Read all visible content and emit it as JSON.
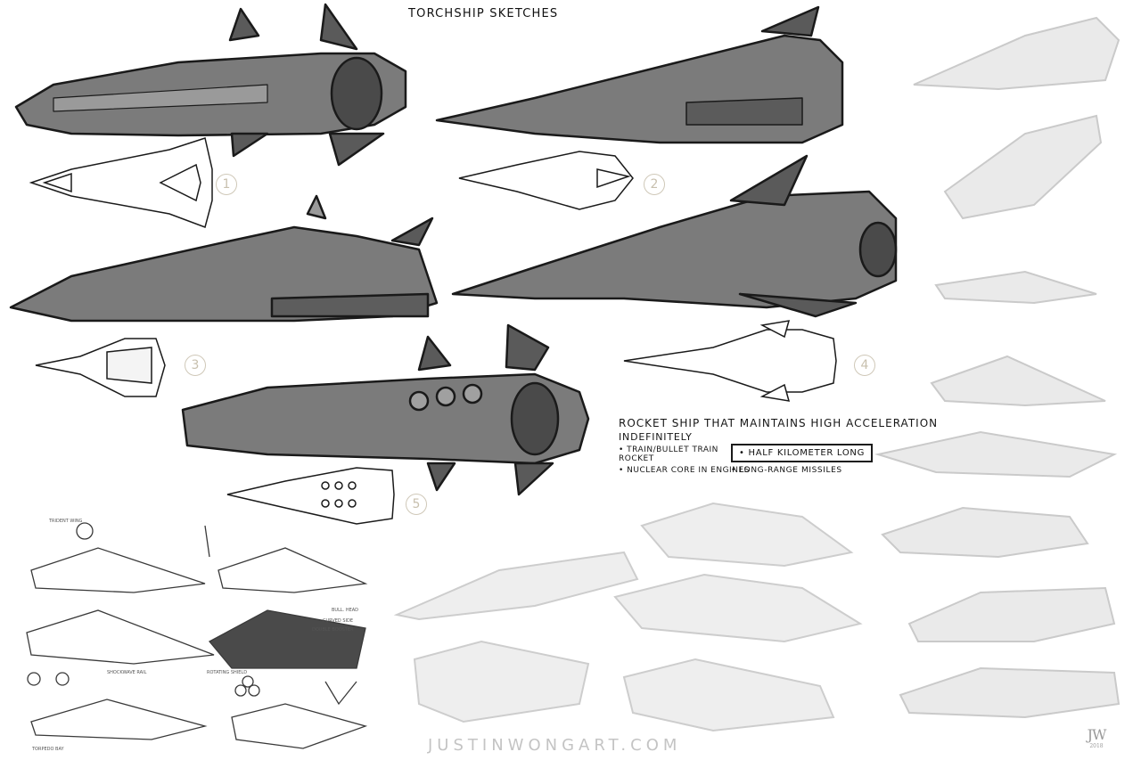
{
  "sheet": {
    "title": "TORCHSHIP SKETCHES",
    "notes": {
      "line1": "ROCKET SHIP THAT MAINTAINS HIGH ACCELERATION",
      "line2": "INDEFINITELY",
      "bullet1": "• TRAIN/BULLET TRAIN ROCKET",
      "bullet2": "• NUCLEAR CORE IN ENGINES",
      "boxed": "• HALF KILOMETER LONG",
      "missiles": "• LONG-RANGE MISSILES"
    },
    "numbers": [
      "1",
      "2",
      "3",
      "4",
      "5"
    ],
    "watermark": "JUSTINWONGART.COM",
    "signature": {
      "initials": "JW",
      "year": "2018"
    },
    "tiny_notes": {
      "a": "TRIDENT WING",
      "b": "BULL. HEAD",
      "c": "CURVED SIDE",
      "d": "DOUBLE BOOSTER",
      "e": "ROTATING SHIELD",
      "f": "SHOCKWAVE RAIL",
      "g": "TORPEDO BAY"
    }
  },
  "colors": {
    "ink": "#1a1a1a",
    "shade": "#7a7a7a",
    "faint": "#d8d8d8",
    "number_ring": "#cfc8b8"
  }
}
